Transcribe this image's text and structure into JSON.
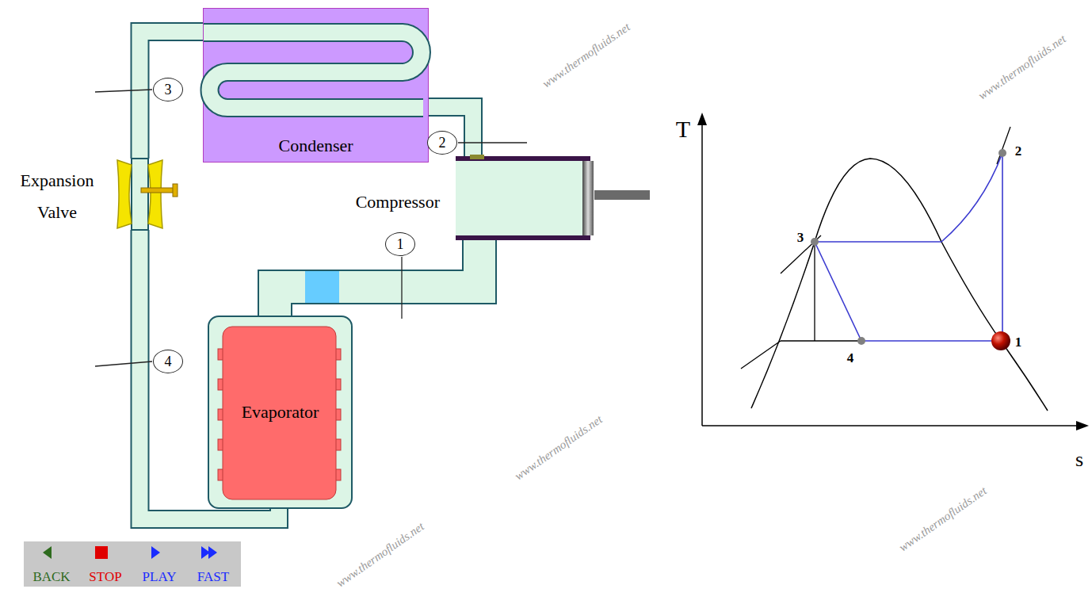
{
  "diagram": {
    "nodes": [
      {
        "text": [
          "3"
        ]
      },
      {
        "text": [
          "Condenser"
        ]
      },
      {
        "text": [
          "2"
        ]
      },
      {
        "text": [
          "Expansion Valve"
        ]
      },
      {
        "text": [
          "Compressor"
        ]
      },
      {
        "text": [
          "1"
        ]
      },
      {
        "text": [
          "Evaporator"
        ]
      },
      {
        "text": [
          "4"
        ]
      },
      {
        "text": [
          "BACK"
        ]
      },
      {
        "text": [
          "STOP"
        ]
      },
      {
        "text": [
          "PLAY"
        ]
      },
      {
        "text": [
          "FAST"
        ]
      }
    ],
    "edges": [
      {
        "from": 4,
        "to": 1,
        "arrow": "none"
      },
      {
        "from": 1,
        "to": 3,
        "arrow": "none"
      },
      {
        "from": 3,
        "to": 6,
        "arrow": "none"
      },
      {
        "from": 6,
        "to": 4,
        "arrow": "none"
      }
    ],
    "labels": [
      "T",
      "s",
      "1",
      "2",
      "3",
      "4",
      "www.thermofluids.net",
      "www.thermofluids.net",
      "www.thermofluids.net",
      "www.thermofluids.net",
      "www.thermofluids.net"
    ]
  }
}
